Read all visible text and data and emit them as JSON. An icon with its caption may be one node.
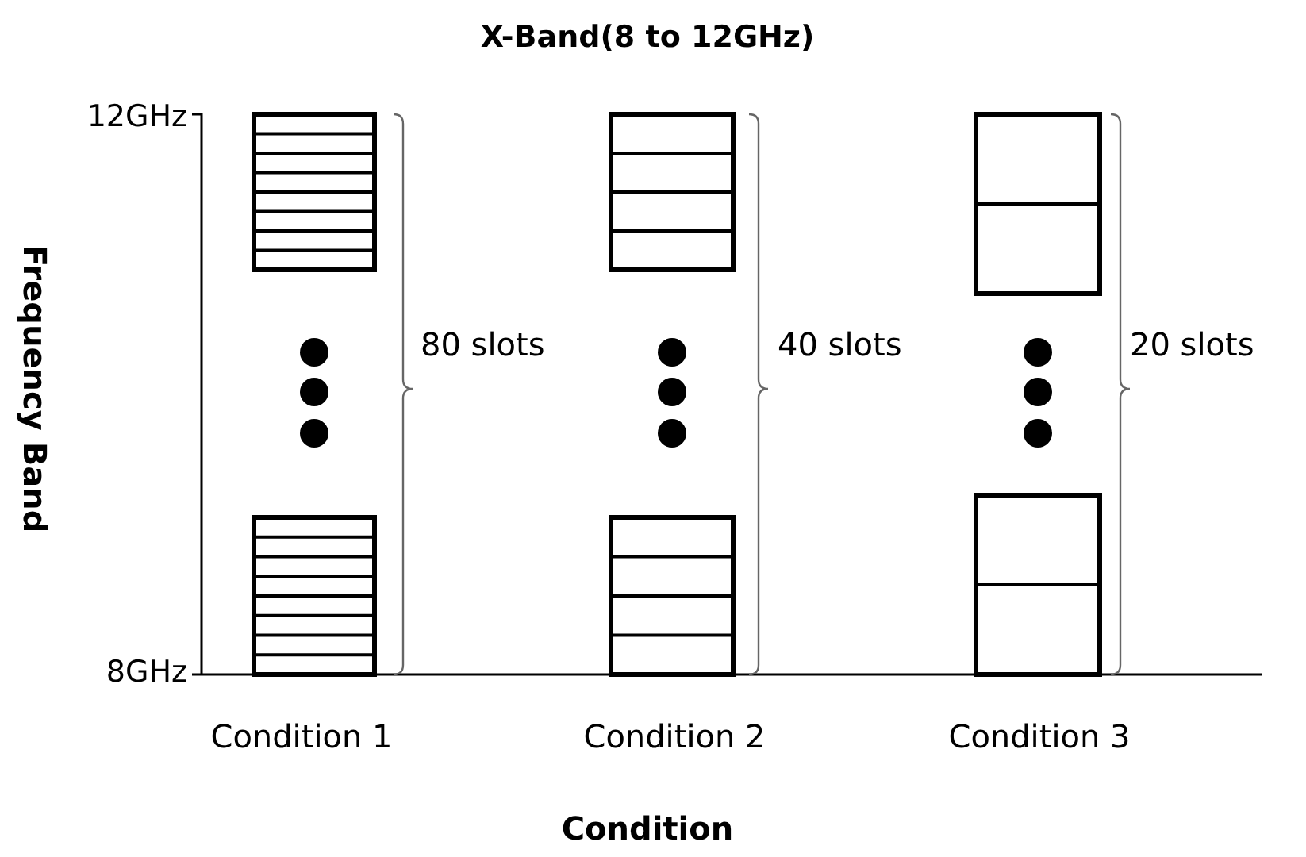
{
  "diagram": {
    "title": "X-Band(8 to 12GHz)",
    "labels": [
      "12GHz",
      "8GHz",
      "Frequency Band",
      "80 slots",
      "40 slots",
      "20 slots",
      "Condition 1",
      "Condition 2",
      "Condition 3",
      "Condition"
    ]
  }
}
